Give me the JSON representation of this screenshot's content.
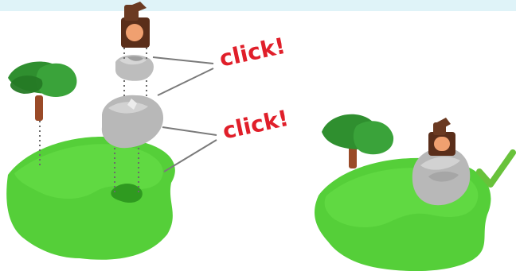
{
  "figure": {
    "callouts": [
      {
        "id": "click-top",
        "text": "click!"
      },
      {
        "id": "click-bottom",
        "text": "click!"
      }
    ],
    "colors": {
      "accent_red": "#e01f2a",
      "grass_green": "#55cf39",
      "grass_dark": "#3ca824",
      "rock_gray": "#b8b8b8",
      "rock_light": "#cfcfcf",
      "block_brown": "#5a2e1a",
      "block_face": "#f0a070",
      "tree_green": "#2f8f2f",
      "trunk_brown": "#8a4a2a",
      "check_green": "#68c23a",
      "top_band": "#dff3f8"
    },
    "icons": {
      "success": "check-icon"
    }
  }
}
